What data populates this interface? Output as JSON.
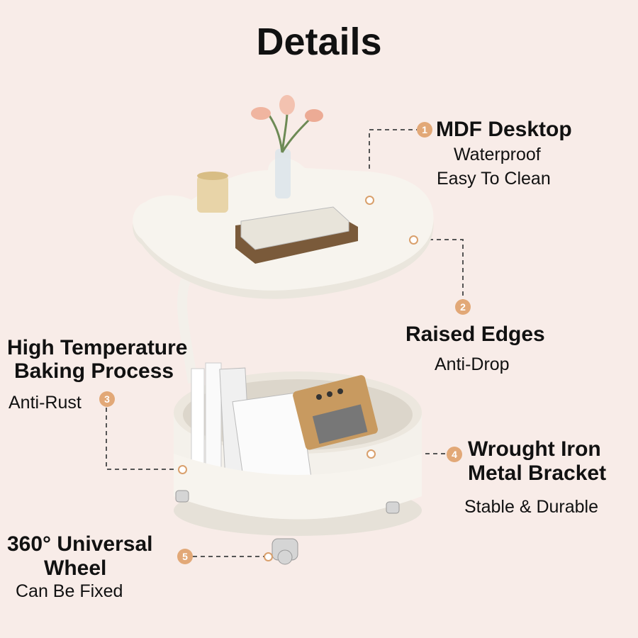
{
  "title": "Details",
  "colors": {
    "background": "#f8ece8",
    "badge": "#e2a877",
    "table": "#f7f4ee"
  },
  "callouts": [
    {
      "number": "1",
      "heading": "MDF Desktop",
      "lines": [
        "Waterproof",
        "Easy To Clean"
      ]
    },
    {
      "number": "2",
      "heading": "Raised Edges",
      "lines": [
        "Anti-Drop"
      ]
    },
    {
      "number": "3",
      "heading_lines": [
        "High Temperature",
        "Baking Process"
      ],
      "lines": [
        "Anti-Rust"
      ]
    },
    {
      "number": "4",
      "heading_lines": [
        "Wrought Iron",
        "Metal Bracket"
      ],
      "lines": [
        "Stable & Durable"
      ]
    },
    {
      "number": "5",
      "heading_lines": [
        "360° Universal",
        "Wheel"
      ],
      "lines": [
        "Can Be Fixed"
      ]
    }
  ]
}
